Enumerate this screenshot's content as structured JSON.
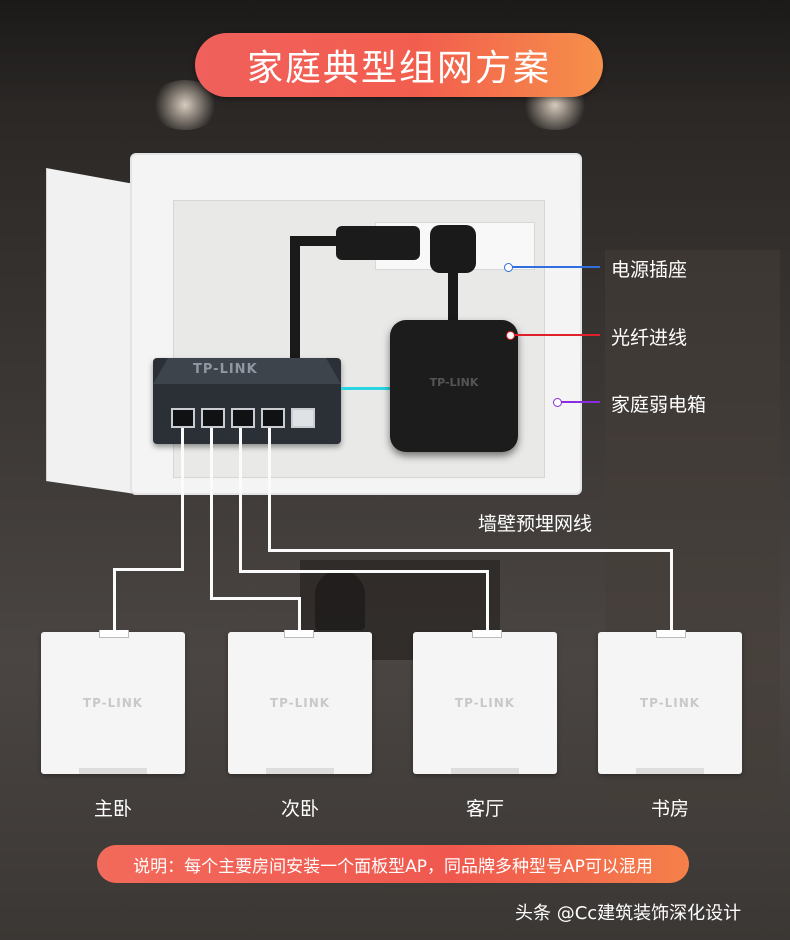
{
  "title": "家庭典型组网方案",
  "labels": {
    "power_socket": "电源插座",
    "fiber_in": "光纤进线",
    "home_box": "家庭弱电箱",
    "wall_cable": "墙壁预埋网线"
  },
  "colors": {
    "power_socket": "#2f6fe0",
    "fiber_in": "#e0202a",
    "home_box": "#8a2be2",
    "switch_link": "#2ad4e0"
  },
  "devices": {
    "switch_brand": "TP-LINK",
    "modem_brand": "TP-LINK",
    "ap_brand": "TP-LINK"
  },
  "rooms": [
    "主卧",
    "次卧",
    "客厅",
    "书房"
  ],
  "note": "说明：每个主要房间安装一个面板型AP，同品牌多种型号AP可以混用",
  "footer": "头条 @Cc建筑装饰深化设计"
}
